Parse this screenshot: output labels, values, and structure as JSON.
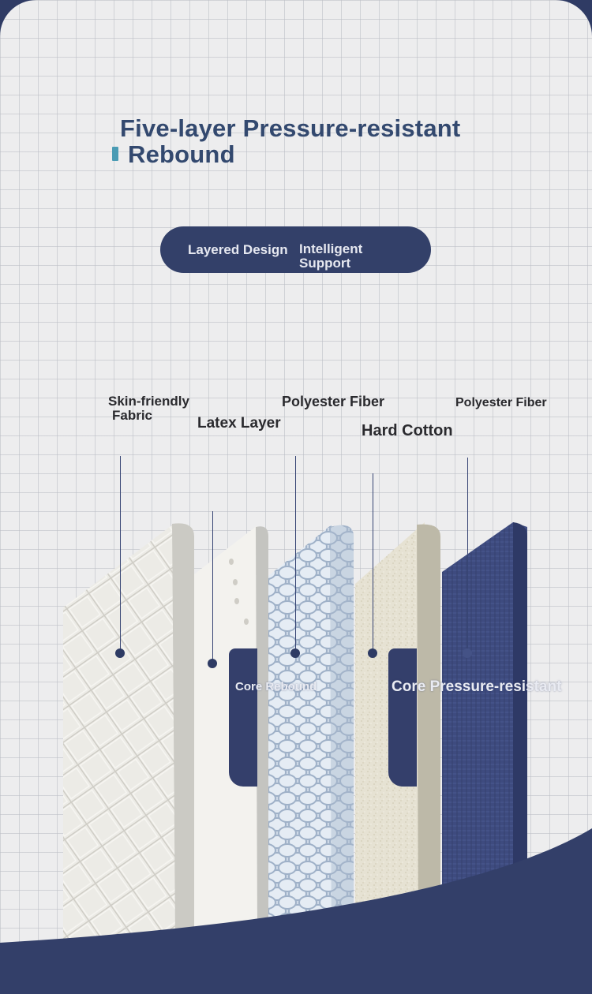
{
  "header": {
    "title_line1": "Five-layer Pressure-resistant",
    "title_line2": "Rebound"
  },
  "badge": {
    "left_text": "Layered Design",
    "right_text_line1": "Intelligent",
    "right_text_line2": "Support"
  },
  "layers": [
    {
      "label_line1": "Skin-friendly",
      "label_line2": "Fabric"
    },
    {
      "label_line1": "Latex Layer"
    },
    {
      "label_line1": "Polyester Fiber"
    },
    {
      "label_line1": "Hard Cotton"
    },
    {
      "label_line1": "Polyester Fiber"
    }
  ],
  "core_labels": {
    "rebound": "Core Rebound",
    "pressure": "Core Pressure-resistant"
  },
  "colors": {
    "navy": "#2f3b64",
    "title_blue": "#33496f",
    "background": "#ededee"
  }
}
